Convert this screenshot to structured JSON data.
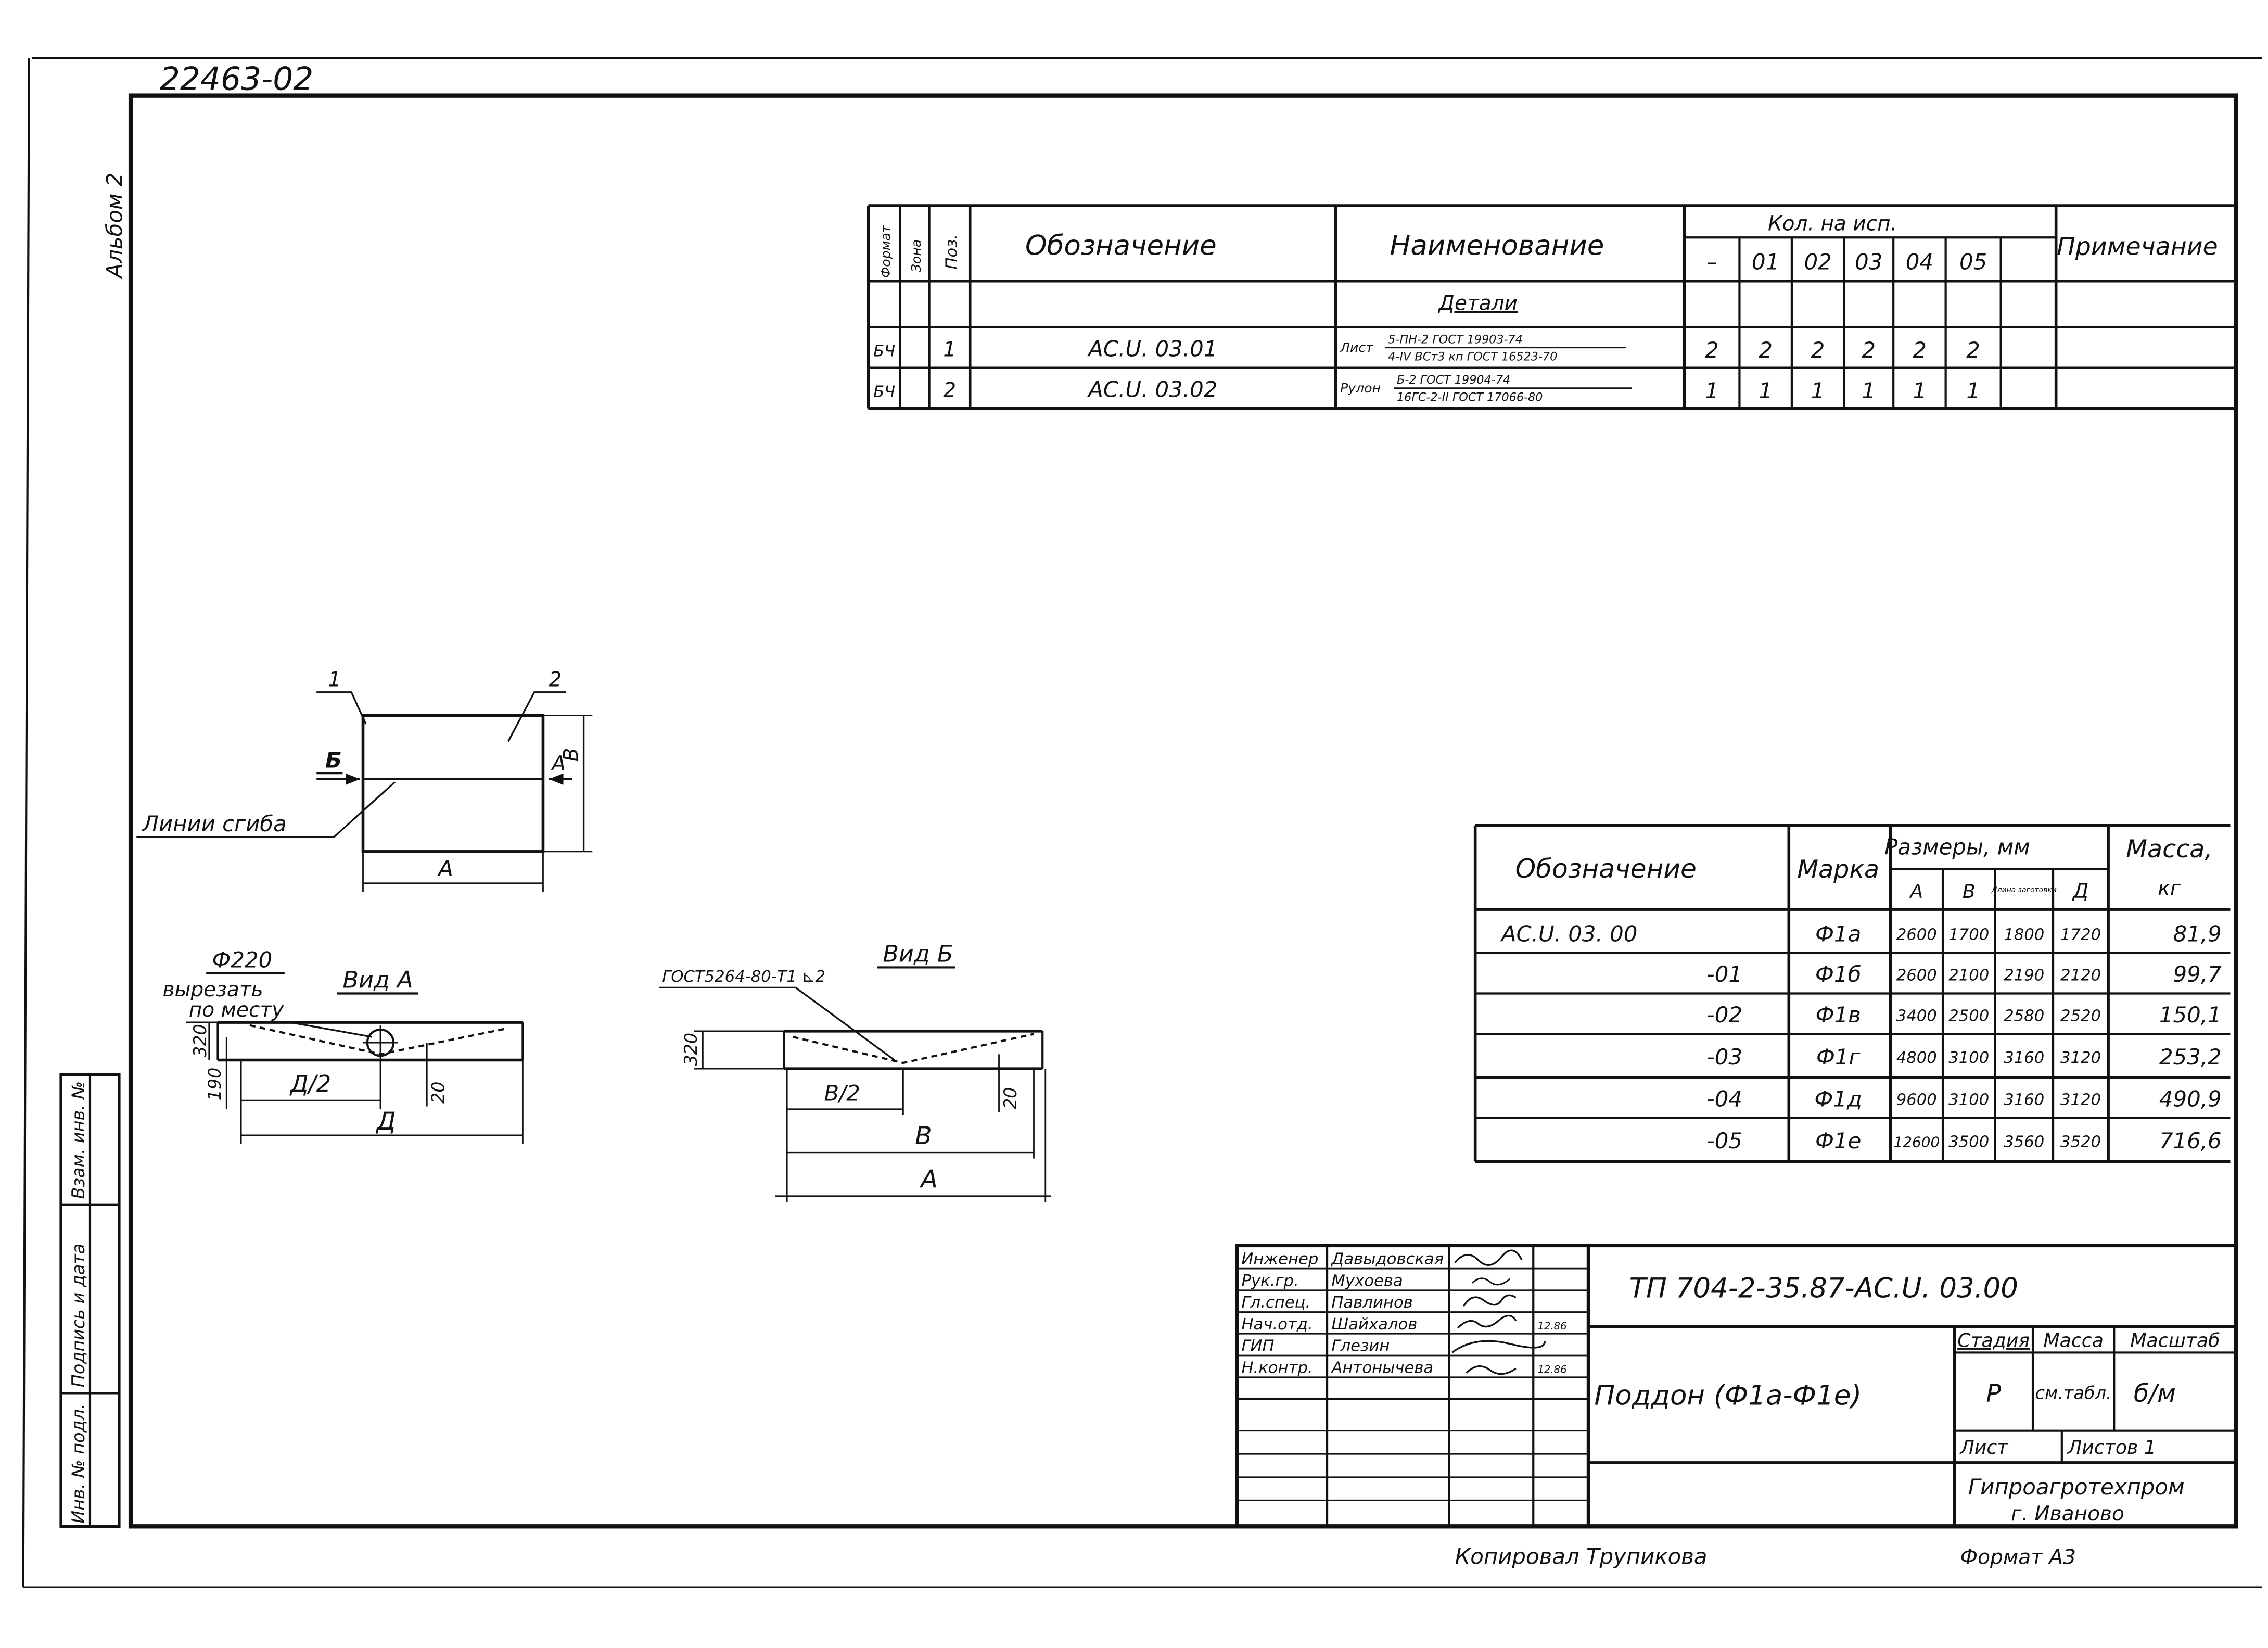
{
  "drawing_number": "22463-02",
  "album": "Альбом 2",
  "spec": {
    "headers": {
      "format": "Формат",
      "zone": "Зона",
      "pos": "Поз.",
      "designation": "Обозначение",
      "name": "Наименование",
      "qty": "Кол. на исп.",
      "note": "Примечание"
    },
    "variants": [
      "–",
      "01",
      "02",
      "03",
      "04",
      "05"
    ],
    "section": "Детали",
    "rows": [
      {
        "format": "БЧ",
        "pos": "1",
        "designation": "АС.U. 03.01",
        "name_prefix": "Лист",
        "name_top": "5-ПН-2 ГОСТ 19903-74",
        "name_bottom": "4-IV ВСт3 кп ГОСТ 16523-70",
        "qty": [
          "2",
          "2",
          "2",
          "2",
          "2",
          "2"
        ]
      },
      {
        "format": "БЧ",
        "pos": "2",
        "designation": "АС.U. 03.02",
        "name_prefix": "Рулон",
        "name_top": "Б-2 ГОСТ 19904-74",
        "name_bottom": "16ГС-2-II ГОСТ 17066-80",
        "qty": [
          "1",
          "1",
          "1",
          "1",
          "1",
          "1"
        ]
      }
    ]
  },
  "plan": {
    "leader1": "1",
    "leader2": "2",
    "view_b_arrow": "Б",
    "view_a_arrow": "А",
    "dim_b": "В",
    "dim_a": "А",
    "bend_label": "Линии сгиба"
  },
  "view_a": {
    "title": "Вид А",
    "hole": "Ф220",
    "cut_line1": "вырезать",
    "cut_line2": "по месту",
    "dim_320": "320",
    "dim_190": "190",
    "dim_half": "Д/2",
    "dim_20": "20",
    "dim_full": "Д"
  },
  "view_b": {
    "title": "Вид Б",
    "weld": "ГОСТ5264-80-Т1 ⊾2",
    "dim_320": "320",
    "dim_half": "В/2",
    "dim_20": "20",
    "dim_b": "В",
    "dim_a": "А"
  },
  "sizes": {
    "headers": {
      "designation": "Обозначение",
      "mark": "Марка",
      "dims": "Размеры, мм",
      "a": "А",
      "b": "В",
      "blank": "Длина заготовки",
      "d": "Д",
      "mass": "Масса,",
      "mass_unit": "кг"
    },
    "rows": [
      {
        "designation": "АС.U. 03. 00",
        "mark": "Ф1а",
        "a": "2600",
        "b": "1700",
        "blank": "1800",
        "d": "1720",
        "mass": "81,9"
      },
      {
        "designation": "-01",
        "mark": "Ф1б",
        "a": "2600",
        "b": "2100",
        "blank": "2190",
        "d": "2120",
        "mass": "99,7"
      },
      {
        "designation": "-02",
        "mark": "Ф1в",
        "a": "3400",
        "b": "2500",
        "blank": "2580",
        "d": "2520",
        "mass": "150,1"
      },
      {
        "designation": "-03",
        "mark": "Ф1г",
        "a": "4800",
        "b": "3100",
        "blank": "3160",
        "d": "3120",
        "mass": "253,2"
      },
      {
        "designation": "-04",
        "mark": "Ф1д",
        "a": "9600",
        "b": "3100",
        "blank": "3160",
        "d": "3120",
        "mass": "490,9"
      },
      {
        "designation": "-05",
        "mark": "Ф1е",
        "a": "12600",
        "b": "3500",
        "blank": "3560",
        "d": "3520",
        "mass": "716,6"
      }
    ]
  },
  "side_stamp": {
    "inv_orig": "Инв. № подл.",
    "sign_date": "Подпись и дата",
    "repl_inv": "Взам. инв. №"
  },
  "title_block": {
    "code": "ТП 704-2-35.87-АС.U. 03.00",
    "title": "Поддон (Ф1а-Ф1е)",
    "stage_label": "Стадия",
    "stage": "Р",
    "mass_label": "Масса",
    "mass": "см.табл.",
    "scale_label": "Масштаб",
    "scale": "б/м",
    "sheet_label": "Лист",
    "sheets_label": "Листов 1",
    "org": "Гипроагротехпром",
    "city": "г. Иваново",
    "staff": [
      {
        "role": "Инженер",
        "name": "Давыдовская",
        "date": ""
      },
      {
        "role": "Рук.гр.",
        "name": "Мухоева",
        "date": ""
      },
      {
        "role": "Гл.спец.",
        "name": "Павлинов",
        "date": ""
      },
      {
        "role": "Нач.отд.",
        "name": "Шайхалов",
        "date": "12.86"
      },
      {
        "role": "ГИП",
        "name": "Глезин",
        "date": ""
      },
      {
        "role": "Н.контр.",
        "name": "Антонычева",
        "date": "12.86"
      }
    ],
    "copied": "Копировал Трупикова",
    "format": "Формат А3"
  }
}
